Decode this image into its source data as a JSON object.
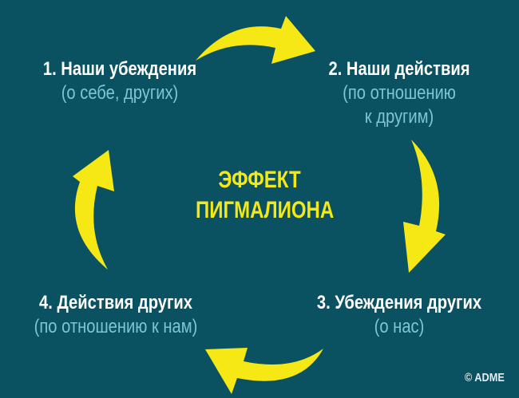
{
  "center": {
    "line1": "ЭФФЕКТ",
    "line2": "ПИГМАЛИОНА"
  },
  "nodes": [
    {
      "title": "1. Наши убеждения",
      "sub1": "(о себе, других)"
    },
    {
      "title": "2. Наши действия",
      "sub1": "(по отношению",
      "sub2": "к другим)"
    },
    {
      "title": "3. Убеждения других",
      "sub1": "(о нас)"
    },
    {
      "title": "4. Действия других",
      "sub1": "(по отношению к нам)"
    }
  ],
  "copyright": "© ADME",
  "colors": {
    "background": "#0a5162",
    "arrow": "#f5e814",
    "title": "#ffffff",
    "subtitle": "#7fc4d5"
  }
}
